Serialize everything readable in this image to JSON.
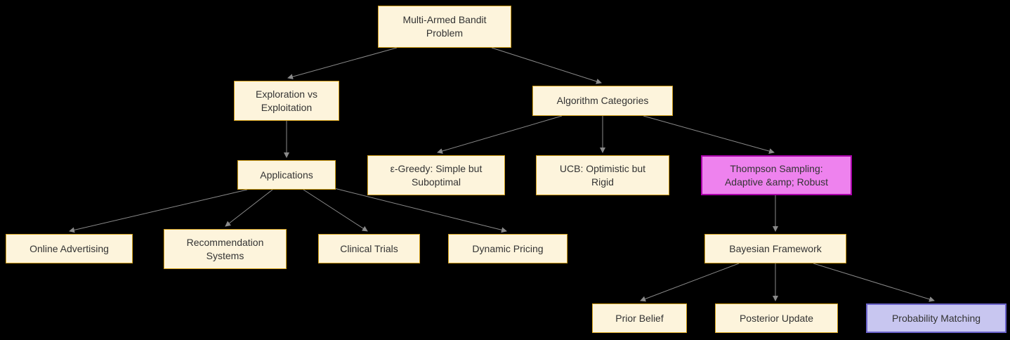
{
  "diagram": {
    "type": "flowchart",
    "direction": "top-down",
    "title": "Multi-Armed Bandit Problem flowchart",
    "colors": {
      "background": "#000000",
      "node_fill": "#fdf4dc",
      "node_border": "#d4a017",
      "node_text": "#333333",
      "highlight_magenta_fill": "#ee82ee",
      "highlight_magenta_border": "#aa00aa",
      "highlight_lavender_fill": "#c8c6f0",
      "highlight_lavender_border": "#6a62c9",
      "edge": "#8a8a8a"
    },
    "nodes": [
      {
        "id": "mabp",
        "label": "Multi-Armed Bandit\nProblem",
        "style": "default"
      },
      {
        "id": "exploration",
        "label": "Exploration vs\nExploitation",
        "style": "default"
      },
      {
        "id": "algorithm-categories",
        "label": "Algorithm Categories",
        "style": "default"
      },
      {
        "id": "applications",
        "label": "Applications",
        "style": "default"
      },
      {
        "id": "epsilon-greedy",
        "label": "ε-Greedy: Simple but\nSuboptimal",
        "style": "default"
      },
      {
        "id": "ucb",
        "label": "UCB: Optimistic but\nRigid",
        "style": "default"
      },
      {
        "id": "thompson-sampling",
        "label": "Thompson Sampling:\nAdaptive &amp; Robust",
        "style": "magenta"
      },
      {
        "id": "online-advertising",
        "label": "Online Advertising",
        "style": "default"
      },
      {
        "id": "recommendation-systems",
        "label": "Recommendation\nSystems",
        "style": "default"
      },
      {
        "id": "clinical-trials",
        "label": "Clinical Trials",
        "style": "default"
      },
      {
        "id": "dynamic-pricing",
        "label": "Dynamic Pricing",
        "style": "default"
      },
      {
        "id": "bayesian-framework",
        "label": "Bayesian Framework",
        "style": "default"
      },
      {
        "id": "prior-belief",
        "label": "Prior Belief",
        "style": "default"
      },
      {
        "id": "posterior-update",
        "label": "Posterior Update",
        "style": "default"
      },
      {
        "id": "probability-matching",
        "label": "Probability Matching",
        "style": "lavender"
      }
    ],
    "edges": [
      {
        "from": "mabp",
        "to": "exploration"
      },
      {
        "from": "mabp",
        "to": "algorithm-categories"
      },
      {
        "from": "exploration",
        "to": "applications"
      },
      {
        "from": "algorithm-categories",
        "to": "epsilon-greedy"
      },
      {
        "from": "algorithm-categories",
        "to": "ucb"
      },
      {
        "from": "algorithm-categories",
        "to": "thompson-sampling"
      },
      {
        "from": "applications",
        "to": "online-advertising"
      },
      {
        "from": "applications",
        "to": "recommendation-systems"
      },
      {
        "from": "applications",
        "to": "clinical-trials"
      },
      {
        "from": "applications",
        "to": "dynamic-pricing"
      },
      {
        "from": "thompson-sampling",
        "to": "bayesian-framework"
      },
      {
        "from": "bayesian-framework",
        "to": "prior-belief"
      },
      {
        "from": "bayesian-framework",
        "to": "posterior-update"
      },
      {
        "from": "bayesian-framework",
        "to": "probability-matching"
      }
    ]
  }
}
